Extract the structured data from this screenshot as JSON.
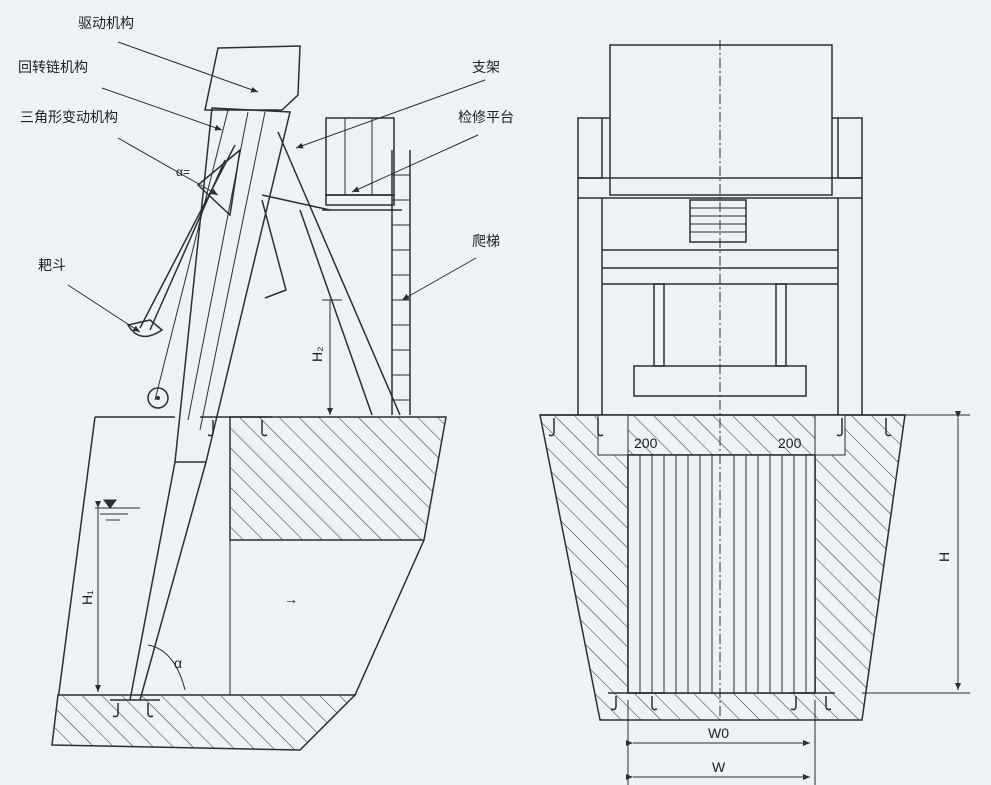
{
  "labels": {
    "drive": "驱动机构",
    "chain": "回转链机构",
    "triangle": "三角形变动机构",
    "rake": "耙斗",
    "support": "支架",
    "platform": "检修平台",
    "ladder": "爬梯"
  },
  "dims": {
    "h1": "H₁",
    "h2": "H₂",
    "h": "H",
    "alpha": "α",
    "w0": "W0",
    "w": "W",
    "gap_left": "200",
    "gap_right": "200",
    "flow_arrow": "→"
  }
}
